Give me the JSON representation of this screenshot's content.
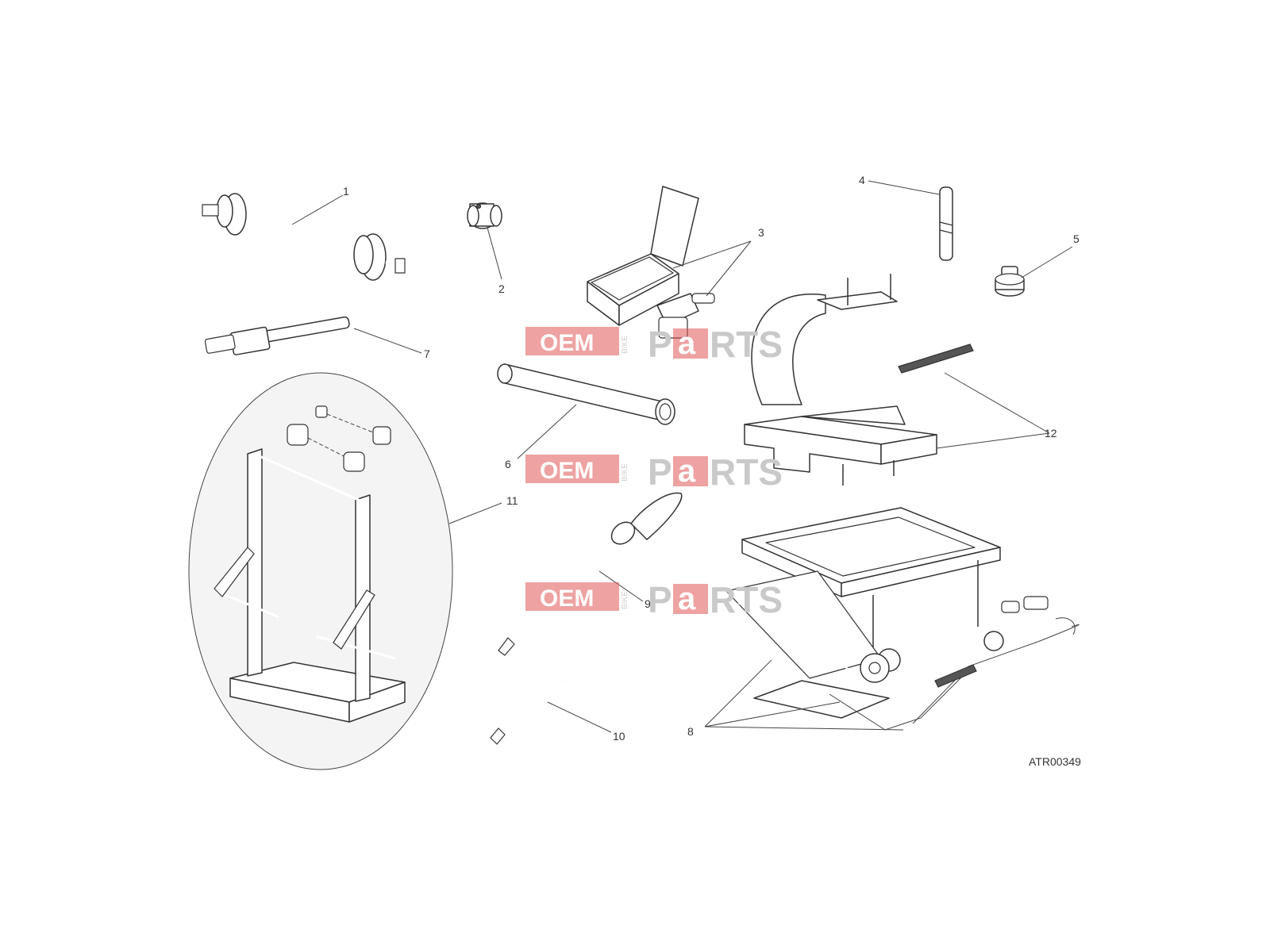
{
  "callouts": [
    "1",
    "2",
    "3",
    "4",
    "5",
    "6",
    "7",
    "8",
    "9",
    "10",
    "11",
    "12"
  ],
  "drawing_code": "ATR00349",
  "watermark": {
    "oem": "OEM",
    "bike": "BIKE",
    "p": "P",
    "a": "a",
    "rts": "RTS"
  },
  "colors": {
    "watermark_red": "#e05555",
    "line": "#333333",
    "background": "#ffffff"
  }
}
